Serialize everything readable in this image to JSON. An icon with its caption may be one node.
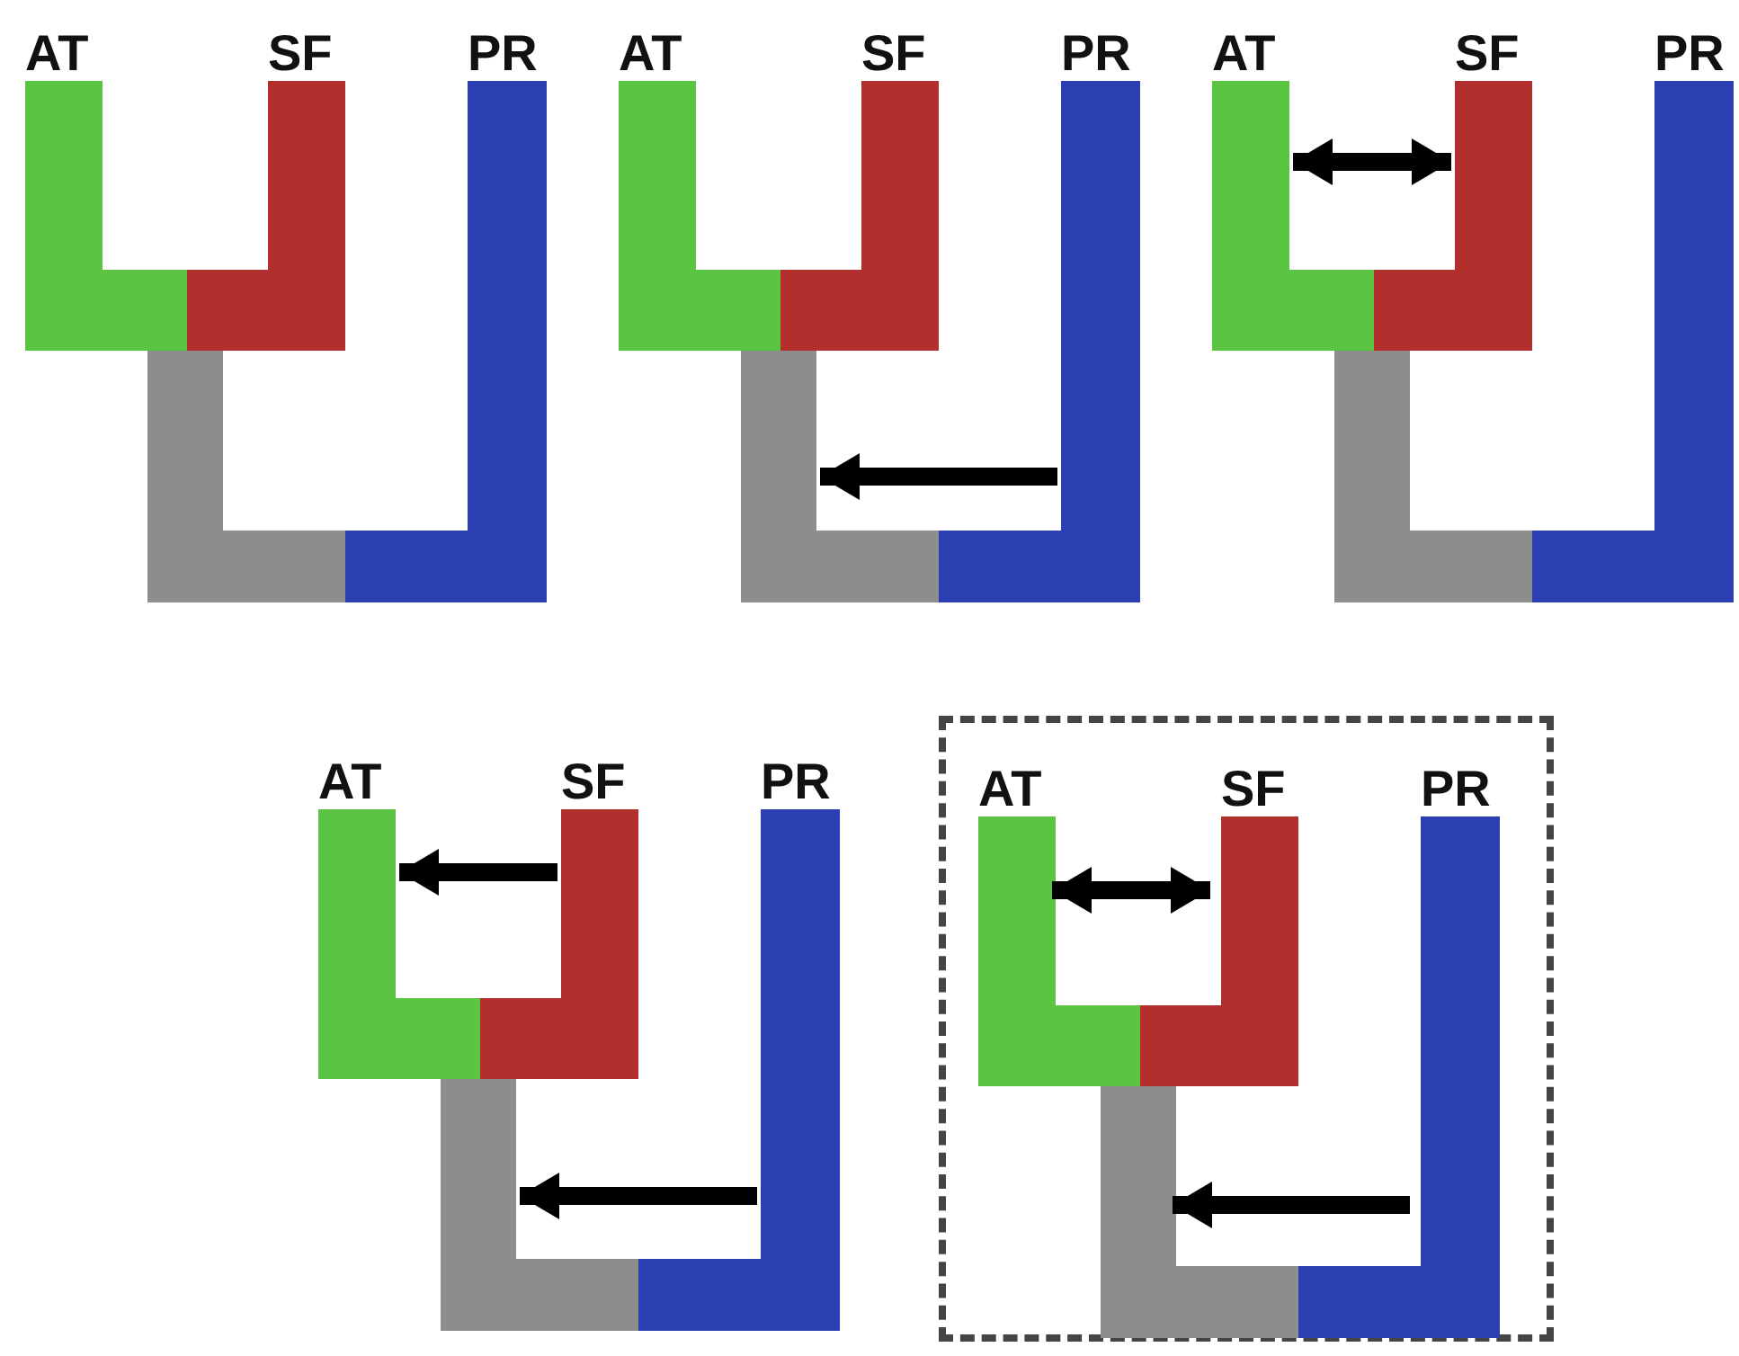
{
  "diagram": {
    "nodes": [
      {
        "text": [
          "AT"
        ]
      },
      {
        "text": [
          "SF"
        ]
      },
      {
        "text": [
          "PR"
        ]
      },
      {
        "text": [],
        "shape": "bar"
      },
      {
        "text": [
          "AT"
        ]
      },
      {
        "text": [
          "SF"
        ]
      },
      {
        "text": [
          "PR"
        ]
      },
      {
        "text": [],
        "shape": "bar"
      },
      {
        "text": [
          "AT"
        ]
      },
      {
        "text": [
          "SF"
        ]
      },
      {
        "text": [
          "PR"
        ]
      },
      {
        "text": [],
        "shape": "bar"
      },
      {
        "text": [
          "AT"
        ]
      },
      {
        "text": [
          "SF"
        ]
      },
      {
        "text": [
          "PR"
        ]
      },
      {
        "text": [],
        "shape": "bar"
      },
      {
        "text": [],
        "shape": "box"
      },
      {
        "text": [
          "AT"
        ],
        "in": 16
      },
      {
        "text": [
          "SF"
        ],
        "in": 16
      },
      {
        "text": [
          "PR"
        ],
        "in": 16
      },
      {
        "text": [],
        "shape": "bar",
        "in": 16
      }
    ],
    "edges": [
      {
        "from": 6,
        "to": 7,
        "arrow": "to"
      },
      {
        "from": 8,
        "to": 9,
        "arrow": "both"
      },
      {
        "from": 13,
        "to": 12,
        "arrow": "to"
      },
      {
        "from": 14,
        "to": 15,
        "arrow": "to"
      },
      {
        "from": 17,
        "to": 18,
        "arrow": "both"
      },
      {
        "from": 19,
        "to": 20,
        "arrow": "to"
      }
    ]
  }
}
